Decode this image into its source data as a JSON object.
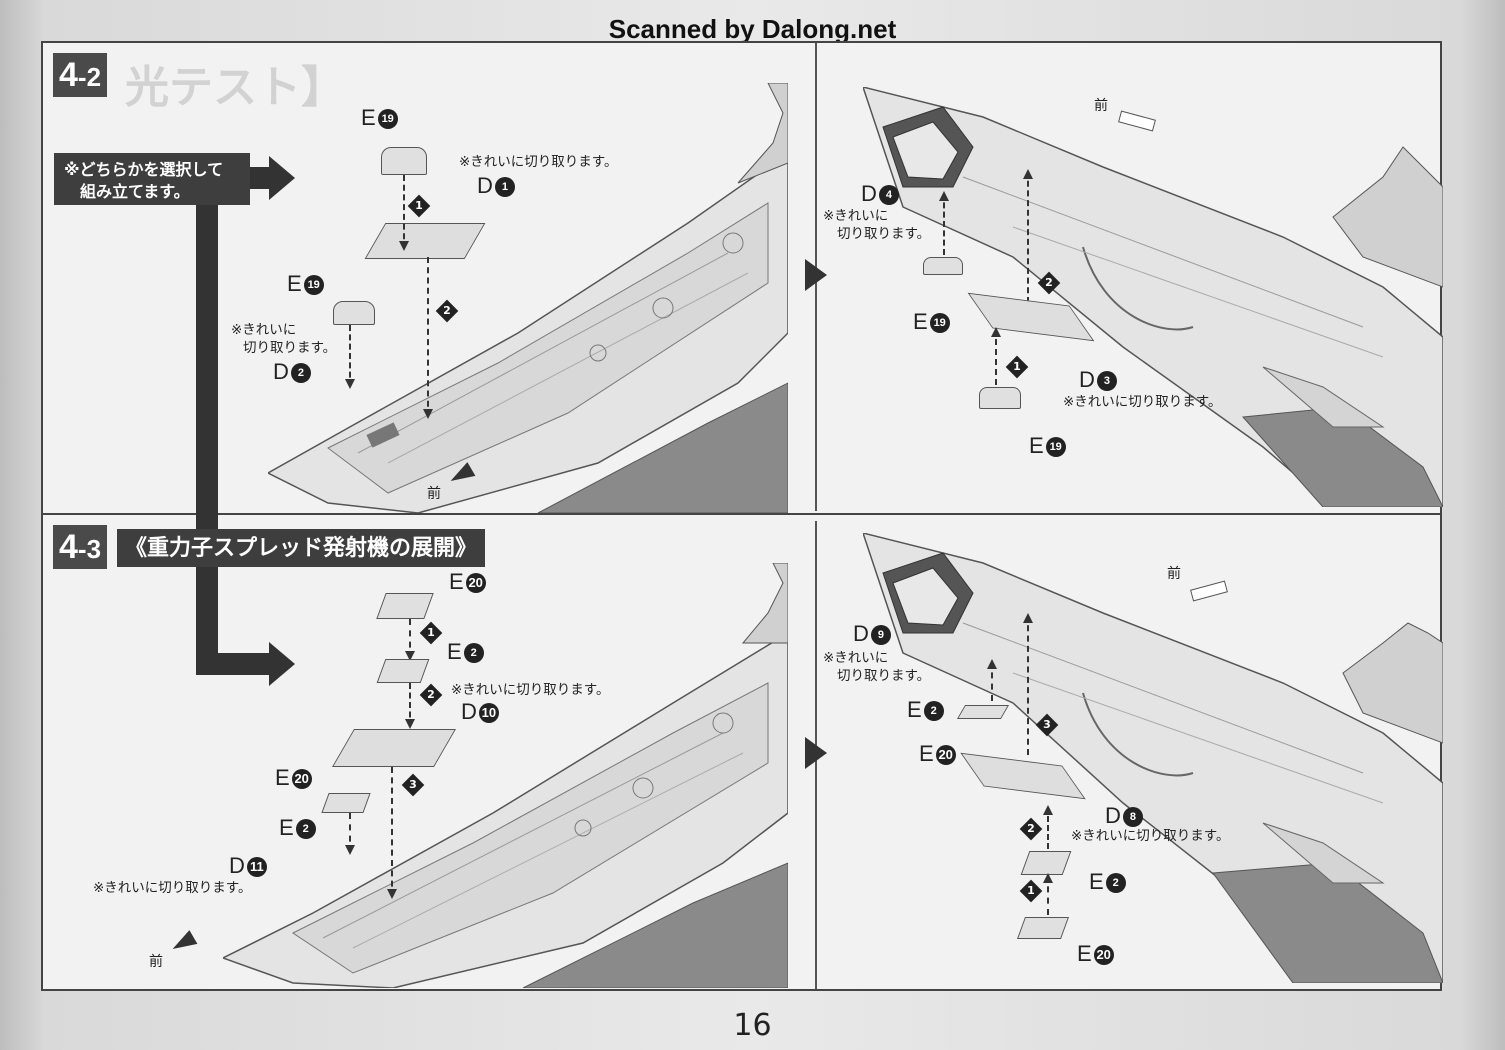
{
  "scanner_credit": "Scanned by Dalong.net",
  "page_number": "16",
  "step_4_2": {
    "badge_main": "4",
    "badge_sub": "-2",
    "ghost_title": "光テスト】",
    "choice_note_line1": "※どちらかを選択して",
    "choice_note_line2": "組み立てます。",
    "left": {
      "parts": [
        {
          "letter": "E",
          "num": "19",
          "name": "e19-top"
        },
        {
          "letter": "D",
          "num": "1",
          "name": "d1"
        },
        {
          "letter": "E",
          "num": "19",
          "name": "e19-lower"
        },
        {
          "letter": "D",
          "num": "2",
          "name": "d2"
        }
      ],
      "note_d1": "※きれいに切り取ります。",
      "note_e19_line1": "※きれいに",
      "note_e19_line2": "切り取ります。",
      "steps": [
        "1",
        "2"
      ],
      "front_label": "前"
    },
    "right": {
      "parts": [
        {
          "letter": "D",
          "num": "4"
        },
        {
          "letter": "E",
          "num": "19"
        },
        {
          "letter": "D",
          "num": "3"
        },
        {
          "letter": "E",
          "num": "19"
        }
      ],
      "note_d4_line1": "※きれいに",
      "note_d4_line2": "切り取ります。",
      "note_d3": "※きれいに切り取ります。",
      "steps": [
        "2",
        "1"
      ],
      "front_label": "前"
    }
  },
  "step_4_3": {
    "badge_main": "4",
    "badge_sub": "-3",
    "title": "《重力子スプレッド発射機の展開》",
    "left": {
      "parts": [
        {
          "letter": "E",
          "num": "20"
        },
        {
          "letter": "E",
          "num": "2"
        },
        {
          "letter": "D",
          "num": "10"
        },
        {
          "letter": "E",
          "num": "20"
        },
        {
          "letter": "E",
          "num": "2"
        },
        {
          "letter": "D",
          "num": "11"
        }
      ],
      "note_d10": "※きれいに切り取ります。",
      "note_d11": "※きれいに切り取ります。",
      "steps": [
        "1",
        "2",
        "3"
      ],
      "front_label": "前"
    },
    "right": {
      "parts": [
        {
          "letter": "D",
          "num": "9"
        },
        {
          "letter": "E",
          "num": "2"
        },
        {
          "letter": "E",
          "num": "20"
        },
        {
          "letter": "D",
          "num": "8"
        },
        {
          "letter": "E",
          "num": "2"
        },
        {
          "letter": "E",
          "num": "20"
        }
      ],
      "note_d9_line1": "※きれいに",
      "note_d9_line2": "切り取ります。",
      "note_d8": "※きれいに切り取ります。",
      "steps": [
        "3",
        "2",
        "1"
      ],
      "front_label": "前"
    }
  }
}
